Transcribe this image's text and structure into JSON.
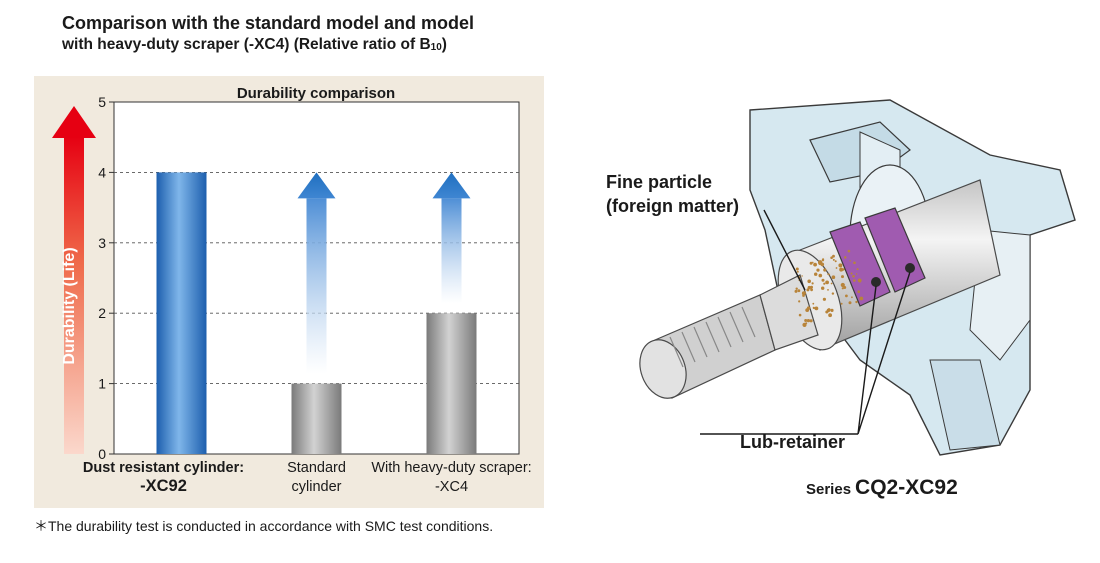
{
  "header": {
    "title_line1": "Comparison with the standard model and model",
    "title_line2_prefix": "with heavy-duty scraper (-XC4) (Relative ratio of B",
    "title_line2_sub": "10",
    "title_line2_suffix": ")"
  },
  "chart_data": {
    "type": "bar",
    "title": "Durability comparison",
    "ylabel": "Durability (Life)",
    "xlabel": "",
    "ylim": [
      0,
      5
    ],
    "yticks": [
      0,
      1,
      2,
      3,
      4,
      5
    ],
    "grid": "horizontal dashed",
    "categories": [
      {
        "lines": [
          "Dust resistant cylinder:",
          "-XC92"
        ],
        "bold": true
      },
      {
        "lines": [
          "Standard",
          "cylinder"
        ],
        "bold": false
      },
      {
        "lines": [
          "With heavy-duty scraper:",
          "-XC4"
        ],
        "bold": false
      }
    ],
    "values": [
      4,
      1,
      2
    ],
    "arrow_targets": [
      null,
      4,
      4
    ],
    "colors": {
      "highlight_bar": "#2f7fd0",
      "gray_bar": "#9b9b9b",
      "improvement_arrow": "#1f6fc0",
      "axis_arrow_top": "#e60012",
      "axis_arrow_bottom": "#fbd8cc",
      "panel_bg": "#f1eade"
    }
  },
  "footnote": "＊The durability test is conducted in accordance with SMC test conditions.",
  "illustration": {
    "label_fine_line1": "Fine particle",
    "label_fine_line2": "(foreign matter)",
    "label_lub": "Lub-retainer",
    "series_prefix": "Series",
    "series_model": "CQ2-XC92",
    "colors": {
      "housing": "#d6e8f0",
      "rod": "#d9d9d9",
      "retainer": "#a05bb0",
      "particles": "#b8843a"
    }
  }
}
